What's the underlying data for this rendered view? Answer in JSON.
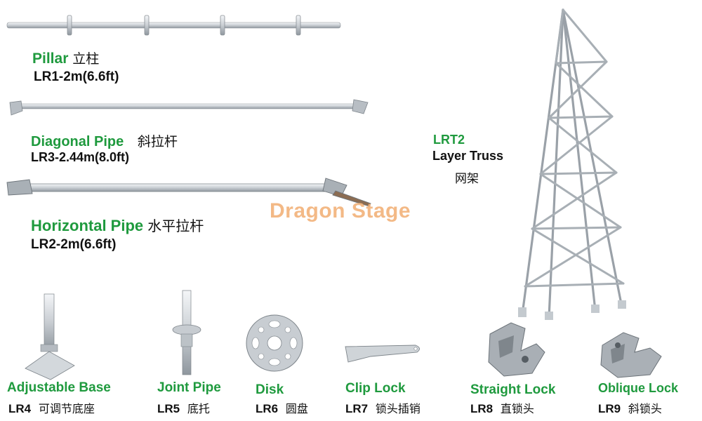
{
  "colors": {
    "accent": "#1f9a3e",
    "text": "#111111",
    "watermark": "#f2b27a"
  },
  "watermark": "Dragon Stage",
  "items": [
    {
      "name": "Pillar",
      "code": "LR1-2m(6.6ft)",
      "cn": "立柱"
    },
    {
      "name": "Diagonal Pipe",
      "code": "LR3-2.44m(8.0ft)",
      "cn": "斜拉杆"
    },
    {
      "name": "Horizontal Pipe",
      "code": "LR2-2m(6.6ft)",
      "cn": "水平拉杆"
    }
  ],
  "truss": {
    "code": "LRT2",
    "name": "Layer Truss",
    "cn": "网架"
  },
  "parts": [
    {
      "name": "Adjustable Base",
      "code": "LR4",
      "cn": "可调节底座"
    },
    {
      "name": "Joint Pipe",
      "code": "LR5",
      "cn": "底托"
    },
    {
      "name": "Disk",
      "code": "LR6",
      "cn": "圆盘"
    },
    {
      "name": "Clip Lock",
      "code": "LR7",
      "cn": "锁头插销"
    },
    {
      "name": "Straight Lock",
      "code": "LR8",
      "cn": "直锁头"
    },
    {
      "name": "Oblique Lock",
      "code": "LR9",
      "cn": "斜锁头"
    }
  ]
}
